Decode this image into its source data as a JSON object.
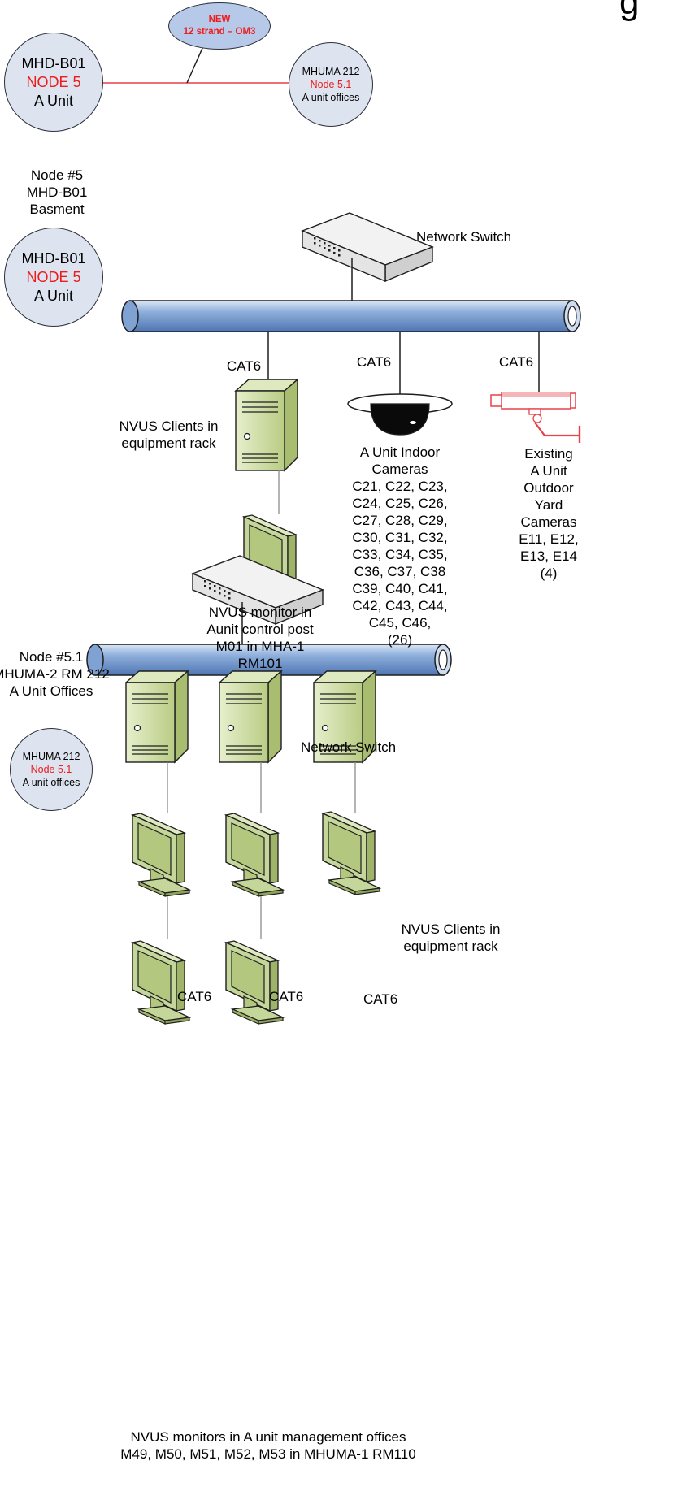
{
  "title_fragment": "g",
  "link": {
    "bubble_line1": "NEW",
    "bubble_line2": "12 strand – OM3",
    "node5_circle": {
      "line1": "MHD-B01",
      "line2": "NODE 5",
      "line3": "A Unit"
    },
    "node51_circle": {
      "line1": "MHUMA 212",
      "line2": "Node 5.1",
      "line3": "A unit offices"
    }
  },
  "node5": {
    "heading_line1": "Node #5",
    "heading_line2": "MHD-B01",
    "heading_line3": "Basment",
    "circle": {
      "line1": "MHD-B01",
      "line2": "NODE 5",
      "line3": "A Unit"
    },
    "switch_label": "Network Switch",
    "cable_labels": [
      "CAT6",
      "CAT6",
      "CAT6"
    ],
    "clients_label_line1": "NVUS Clients in",
    "clients_label_line2": "equipment rack",
    "monitor_label": [
      "NVUS monitor in",
      "Aunit control post",
      "M01 in MHA-1",
      "RM101"
    ],
    "indoor_cameras_label": [
      "A Unit Indoor",
      "Cameras",
      "C21, C22, C23,",
      "C24, C25, C26,",
      "C27, C28, C29,",
      "C30, C31, C32,",
      "C33, C34, C35,",
      "C36, C37, C38",
      "C39, C40, C41,",
      "C42, C43, C44,",
      "C45, C46,",
      "(26)"
    ],
    "outdoor_cameras_label": [
      "Existing",
      "A Unit",
      "Outdoor",
      "Yard",
      "Cameras",
      "E11, E12,",
      "E13, E14",
      "(4)"
    ]
  },
  "node51": {
    "heading_line1": "Node #5.1",
    "heading_line2": "MHUMA-2 RM 212",
    "heading_line3": "A Unit Offices",
    "circle": {
      "line1": "MHUMA 212",
      "line2": "Node 5.1",
      "line3": "A unit offices"
    },
    "switch_label": "Network Switch",
    "clients_label_line1": "NVUS Clients in",
    "clients_label_line2": "equipment rack",
    "cable_labels": [
      "CAT6",
      "CAT6",
      "CAT6"
    ],
    "footer_line1": "NVUS monitors in A unit management offices",
    "footer_line2": "M49, M50, M51, M52, M53 in MHUMA-1 RM110"
  },
  "colors": {
    "circle_fill": "#dde3ef",
    "bubble_fill": "#b7c9e8",
    "fiber_line": "#e8414a",
    "node_red_text": "#ee1c1c",
    "backbone_fill": "#6d93c9",
    "computer_fill": "#c5d69a",
    "camera_red": "#e8414a"
  }
}
